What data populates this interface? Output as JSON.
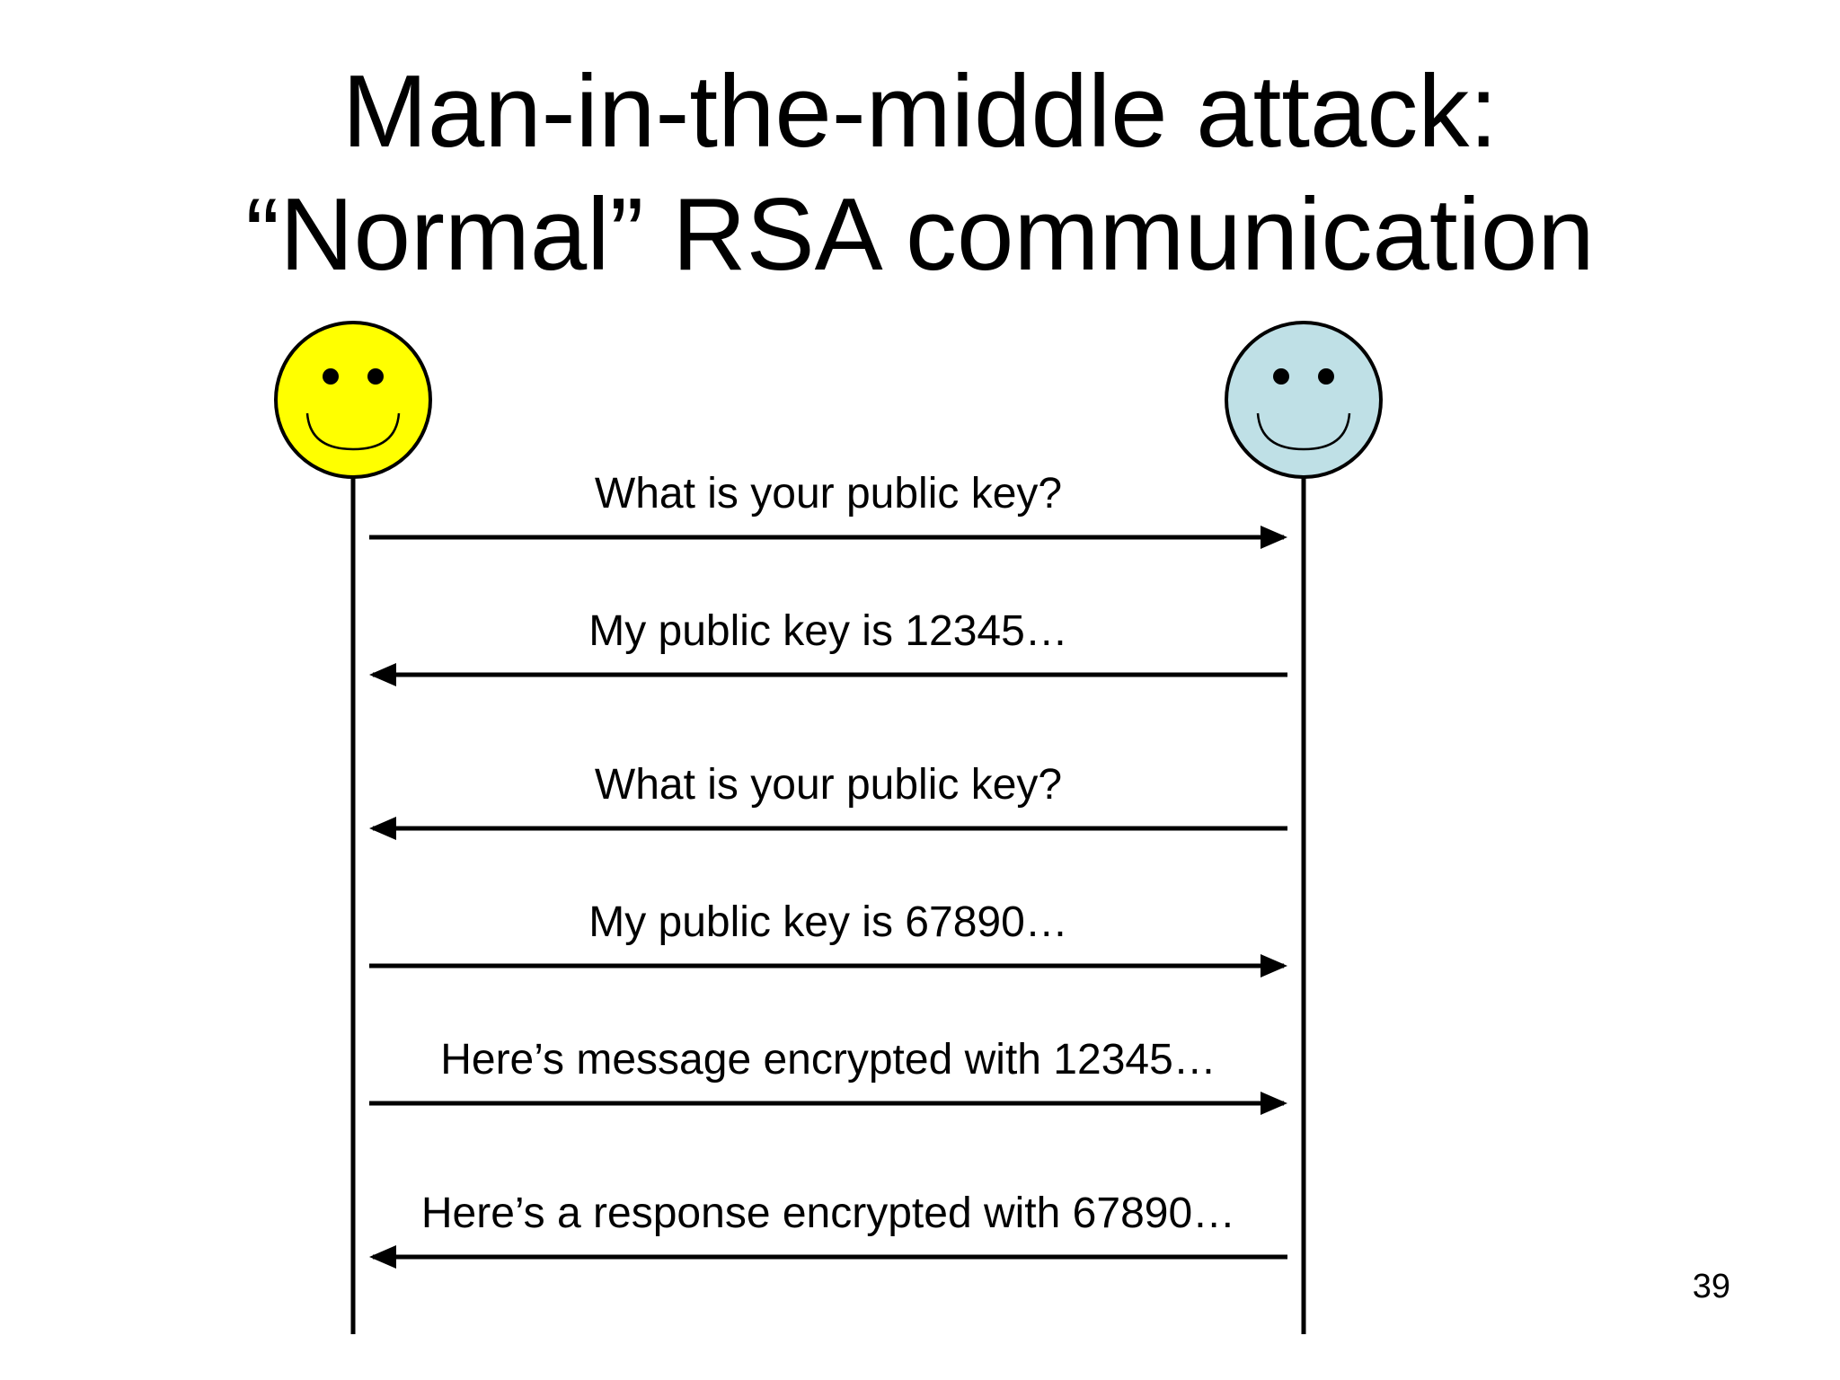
{
  "title": {
    "line1": "Man-in-the-middle attack:",
    "line2": "“Normal” RSA communication"
  },
  "participants": [
    {
      "name": "left-person",
      "face_color": "#FFFF00"
    },
    {
      "name": "right-person",
      "face_color": "#BFE0E6"
    }
  ],
  "messages": [
    {
      "label": "What is your public key?",
      "direction": "right"
    },
    {
      "label": "My public key is 12345…",
      "direction": "left"
    },
    {
      "label": "What is your public key?",
      "direction": "left"
    },
    {
      "label": "My public key is 67890…",
      "direction": "right"
    },
    {
      "label": "Here’s message encrypted with 12345…",
      "direction": "right"
    },
    {
      "label": "Here’s a response encrypted with 67890…",
      "direction": "left"
    }
  ],
  "page_number": "39"
}
